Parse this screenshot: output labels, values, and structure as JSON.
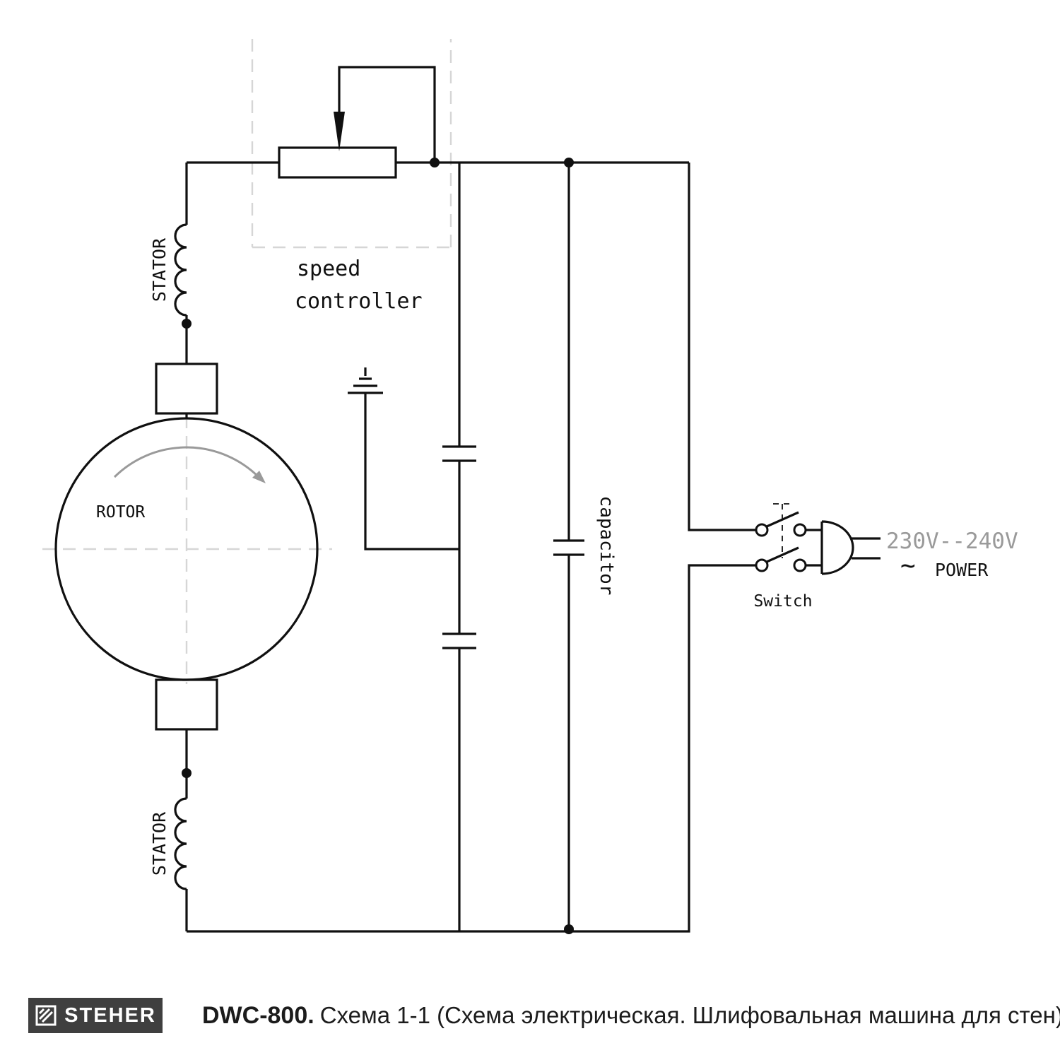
{
  "colors": {
    "line": "#101010",
    "muted": "#9a9a9a",
    "dash": "#d6d6d6",
    "logo_bg": "#3f3f3f"
  },
  "diagram": {
    "labels": {
      "speed_line1": "speed",
      "speed_line2": "controller",
      "stator_top": "STATOR",
      "stator_bottom": "STATOR",
      "rotor": "ROTOR",
      "capacitor": "capacitor",
      "switch": "Switch",
      "voltage": "230V--240V",
      "ac": "~",
      "power": "POWER"
    }
  },
  "footer": {
    "logo_text": "STEHER",
    "model": "DWC-800.",
    "caption": "Схема 1-1 (Схема электрическая. Шлифовальная машина для стен)"
  }
}
